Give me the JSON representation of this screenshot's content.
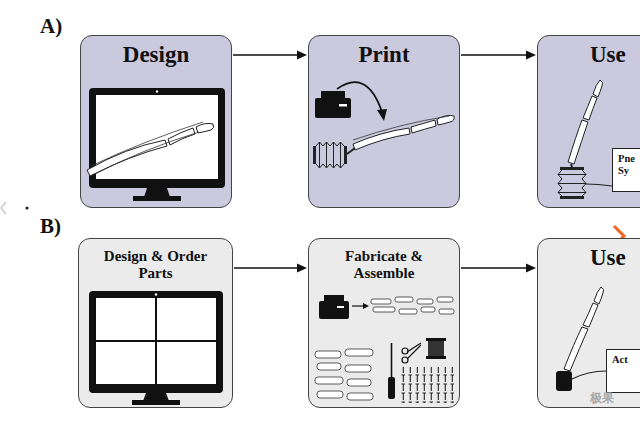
{
  "diagram": {
    "nodes": [
      {
        "text": [
          "Design"
        ]
      },
      {
        "text": [
          "Print"
        ]
      },
      {
        "text": [
          "Use"
        ]
      },
      {
        "text": [
          "Pne Sy"
        ],
        "in": 2
      },
      {
        "text": [
          "Design & Order Parts"
        ]
      },
      {
        "text": [
          "Fabricate & Assemble"
        ]
      },
      {
        "text": [
          "Use"
        ]
      },
      {
        "text": [
          "Act"
        ],
        "in": 6
      }
    ],
    "edges": [
      {
        "from": 0,
        "to": 1,
        "arrow": "to"
      },
      {
        "from": 1,
        "to": 2,
        "arrow": "to"
      },
      {
        "from": 4,
        "to": 5,
        "arrow": "to"
      },
      {
        "from": 5,
        "to": 6,
        "arrow": "to"
      }
    ],
    "labels": [
      "A)",
      "B)",
      "极果"
    ]
  }
}
